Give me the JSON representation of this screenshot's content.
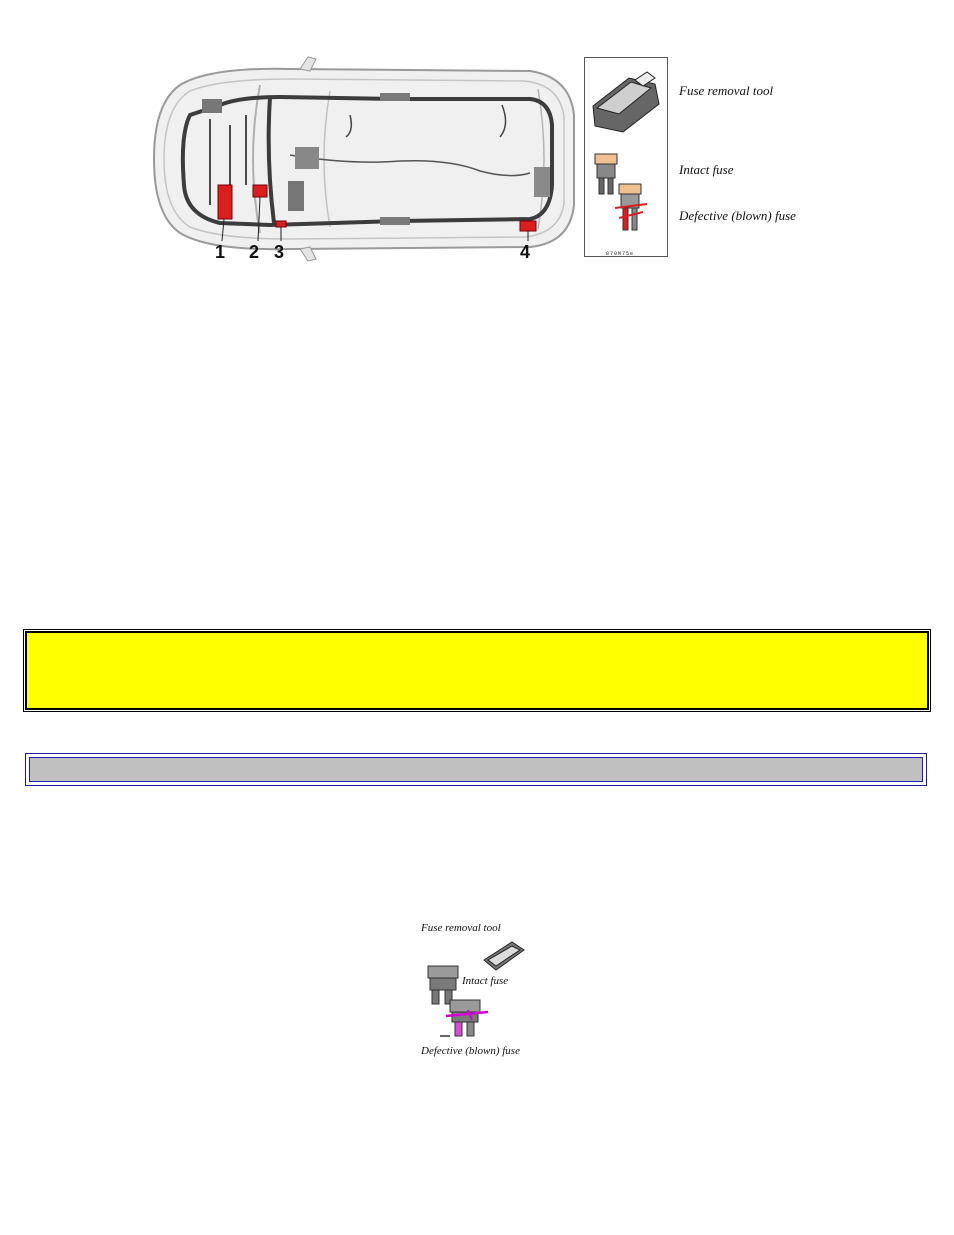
{
  "car_diagram": {
    "callouts": [
      "1",
      "2",
      "3",
      "4"
    ]
  },
  "legend": {
    "fuse_removal_tool": "Fuse removal tool",
    "intact_fuse": "Intact fuse",
    "defective_fuse": "Defective (blown) fuse",
    "ref_code": "870M75e"
  },
  "warning_box": {
    "text": ""
  },
  "section_bar": {
    "text": ""
  },
  "small_figure": {
    "fuse_removal_tool": "Fuse removal tool",
    "intact_fuse": "Intact fuse",
    "defective_fuse": "Defective (blown) fuse"
  },
  "colors": {
    "warning_bg": "#ffff00",
    "bar_bg": "#c0c0c0",
    "bar_border": "#2020b0",
    "fuse_highlight": "#d81e1e",
    "blown_mark": "#d400d4"
  }
}
